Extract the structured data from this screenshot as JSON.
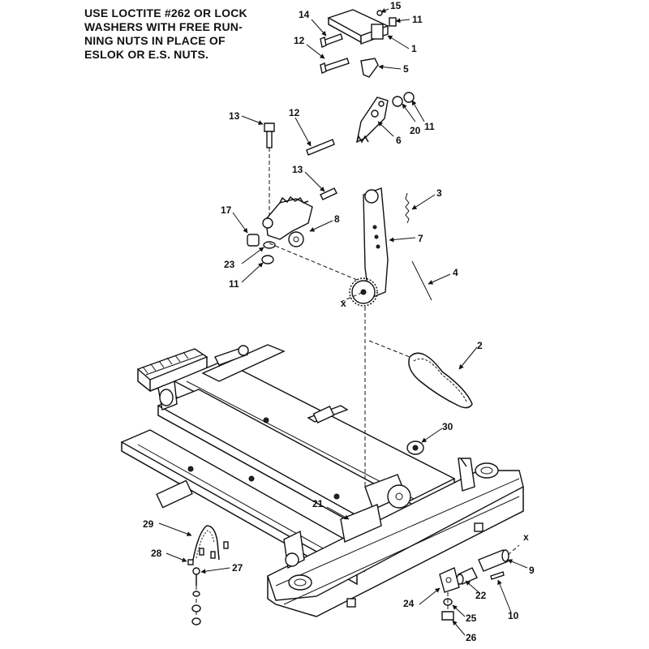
{
  "note": {
    "text": "USE LOCTITE #262 OR LOCK\nWASHERS WITH FREE RUN-\nNING  NUTS IN PLACE OF\nESLOK OR E.S. NUTS."
  },
  "callouts": [
    {
      "id": "c15",
      "label": "15"
    },
    {
      "id": "c14",
      "label": "14"
    },
    {
      "id": "c11a",
      "label": "11"
    },
    {
      "id": "c12a",
      "label": "12"
    },
    {
      "id": "c1",
      "label": "1"
    },
    {
      "id": "c5",
      "label": "5"
    },
    {
      "id": "c13a",
      "label": "13"
    },
    {
      "id": "c12b",
      "label": "12"
    },
    {
      "id": "c20",
      "label": "20"
    },
    {
      "id": "c11b",
      "label": "11"
    },
    {
      "id": "c6",
      "label": "6"
    },
    {
      "id": "c13b",
      "label": "13"
    },
    {
      "id": "c3",
      "label": "3"
    },
    {
      "id": "c17",
      "label": "17"
    },
    {
      "id": "c8",
      "label": "8"
    },
    {
      "id": "c7",
      "label": "7"
    },
    {
      "id": "c23",
      "label": "23"
    },
    {
      "id": "c11c",
      "label": "11"
    },
    {
      "id": "c4",
      "label": "4"
    },
    {
      "id": "cx1",
      "label": "x"
    },
    {
      "id": "c2",
      "label": "2"
    },
    {
      "id": "c30",
      "label": "30"
    },
    {
      "id": "c21",
      "label": "21"
    },
    {
      "id": "c29",
      "label": "29"
    },
    {
      "id": "cx2",
      "label": "x"
    },
    {
      "id": "c9",
      "label": "9"
    },
    {
      "id": "c28",
      "label": "28"
    },
    {
      "id": "c27",
      "label": "27"
    },
    {
      "id": "c22",
      "label": "22"
    },
    {
      "id": "c10",
      "label": "10"
    },
    {
      "id": "c24",
      "label": "24"
    },
    {
      "id": "c25",
      "label": "25"
    },
    {
      "id": "c26",
      "label": "26"
    }
  ]
}
